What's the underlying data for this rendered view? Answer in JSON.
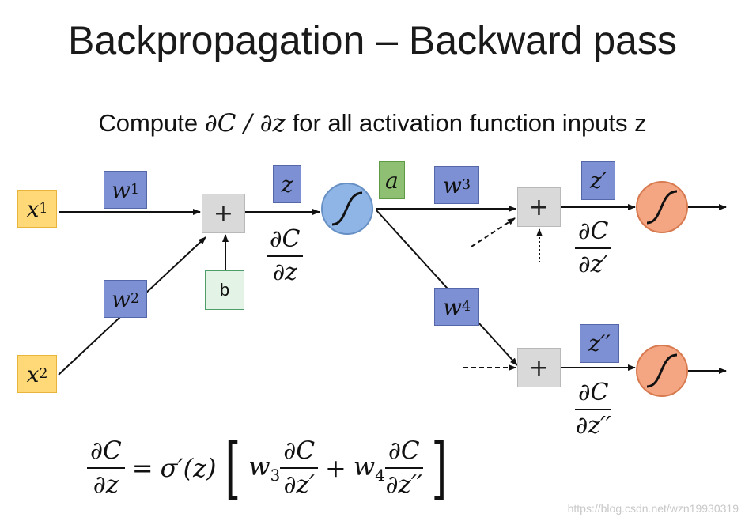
{
  "title": "Backpropagation – Backward pass",
  "subtitle": {
    "prefix": "Compute ",
    "expr": "∂C / ∂z",
    "suffix": " for all activation function inputs z"
  },
  "nodes": {
    "x1": {
      "base": "x",
      "sub": "1"
    },
    "x2": {
      "base": "x",
      "sub": "2"
    },
    "w1": {
      "base": "w",
      "sub": "1"
    },
    "w2": {
      "base": "w",
      "sub": "2"
    },
    "w3": {
      "base": "w",
      "sub": "3"
    },
    "w4": {
      "base": "w",
      "sub": "4"
    },
    "bias": "b",
    "sum_symbol": "+",
    "z": "z",
    "a": "a",
    "z_prime": "z′",
    "z_double_prime": "z′′"
  },
  "gradients": {
    "dC_dz": {
      "num": "∂C",
      "den": "∂z"
    },
    "dC_dz_prime": {
      "num": "∂C",
      "den": "∂z′"
    },
    "dC_dz_double_prime": {
      "num": "∂C",
      "den": "∂z′′"
    }
  },
  "formula": {
    "lhs": {
      "num": "∂C",
      "den": "∂z"
    },
    "equals": "=",
    "sigma_prime": "σ′(z)",
    "open_bracket": "[",
    "w3": "w",
    "w3_sub": "3",
    "term1": {
      "num": "∂C",
      "den": "∂z′"
    },
    "plus": "+",
    "w4": "w",
    "w4_sub": "4",
    "term2": {
      "num": "∂C",
      "den": "∂z′′"
    },
    "close_bracket": "]"
  },
  "watermark": "https://blog.csdn.net/wzn19930319",
  "colors": {
    "input": "#ffd978",
    "weight": "#7d90d4",
    "activation_blue": "#8fb5e6",
    "activation_orange": "#f4a582",
    "a_box": "#8fbf72",
    "bias_box": "#e3f4e6",
    "sum_box": "#d9d9d9"
  }
}
